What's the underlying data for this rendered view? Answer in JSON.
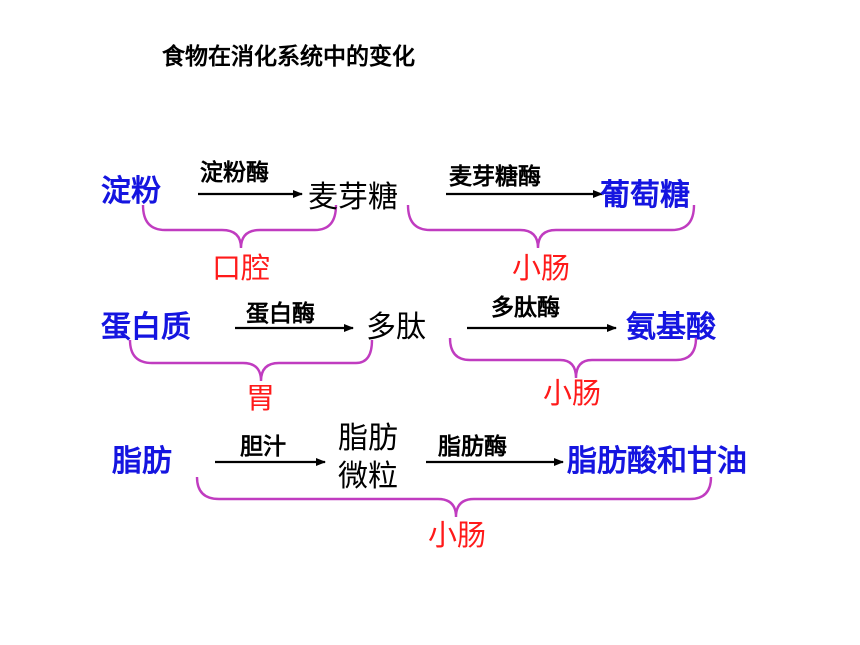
{
  "title": "食物在消化系统中的变化",
  "rows": [
    {
      "substrate": "淀粉",
      "enzyme1": "淀粉酶",
      "intermediate": "麦芽糖",
      "enzyme2": "麦芽糖酶",
      "product": "葡萄糖",
      "organ1": "口腔",
      "organ2": "小肠"
    },
    {
      "substrate": "蛋白质",
      "enzyme1": "蛋白酶",
      "intermediate": "多肽",
      "enzyme2": "多肽酶",
      "product": "氨基酸",
      "organ1": "胃",
      "organ2": "小肠"
    },
    {
      "substrate": "脂肪",
      "enzyme1": "胆汁",
      "intermediate_line1": "脂肪",
      "intermediate_line2": "微粒",
      "enzyme2": "脂肪酶",
      "product": "脂肪酸和甘油",
      "organ": "小肠"
    }
  ],
  "colors": {
    "substance": "#1515e0",
    "organ": "#ff1a1a",
    "brace": "#c03cc0",
    "arrow": "#000000"
  }
}
